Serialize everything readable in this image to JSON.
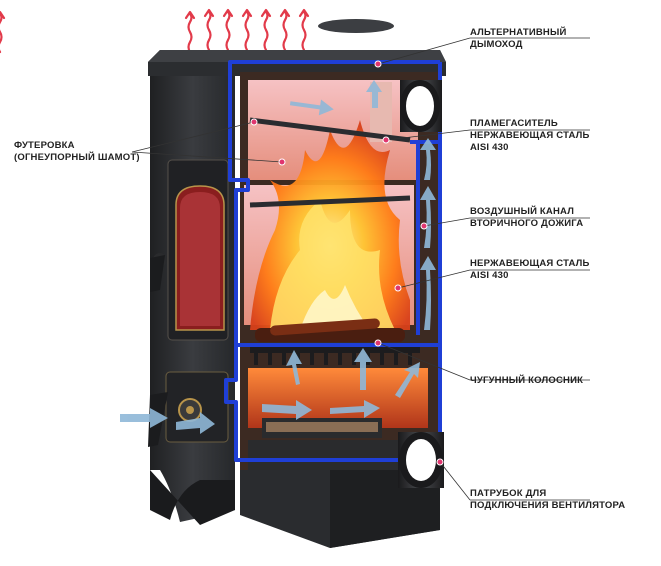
{
  "colors": {
    "stove_body": "#2e3033",
    "stove_dark": "#1c1d1f",
    "frame_blue": "#1f3fd6",
    "fire_orange": "#ff8a1a",
    "fire_yellow": "#ffd23a",
    "firebrick_pink": "#f2a3a8",
    "heat_arrow_red": "#e23a4a",
    "air_arrow": "#8fb8d8",
    "leader_line": "#333333"
  },
  "labels": {
    "alt_chimney": {
      "line1": "АЛЬТЕРНАТИВНЫЙ",
      "line2": "ДЫМОХОД"
    },
    "lining": {
      "line1": "ФУТЕРОВКА",
      "line2": "(ОГНЕУПОРНЫЙ ШАМОТ)"
    },
    "flame_damper": {
      "line1": "ПЛАМЕГАСИТЕЛЬ",
      "line2": "НЕРЖАВЕЮЩАЯ СТАЛЬ",
      "line3": "AISI 430"
    },
    "air_channel": {
      "line1": "ВОЗДУШНЫЙ КАНАЛ",
      "line2": "ВТОРИЧНОГО ДОЖИГА"
    },
    "stainless": {
      "line1": "НЕРЖАВЕЮЩАЯ СТАЛЬ",
      "line2": "AISI 430"
    },
    "grate": {
      "line1": "ЧУГУННЫЙ КОЛОСНИК"
    },
    "fan_pipe": {
      "line1": "ПАТРУБОК ДЛЯ",
      "line2": "ПОДКЛЮЧЕНИЯ ВЕНТИЛЯТОРА"
    }
  },
  "icons": {
    "heat_arrows": "heat-waves-icon",
    "air_inflow": "air-flow-arrow-icon",
    "marker": "marker-dot-icon"
  }
}
